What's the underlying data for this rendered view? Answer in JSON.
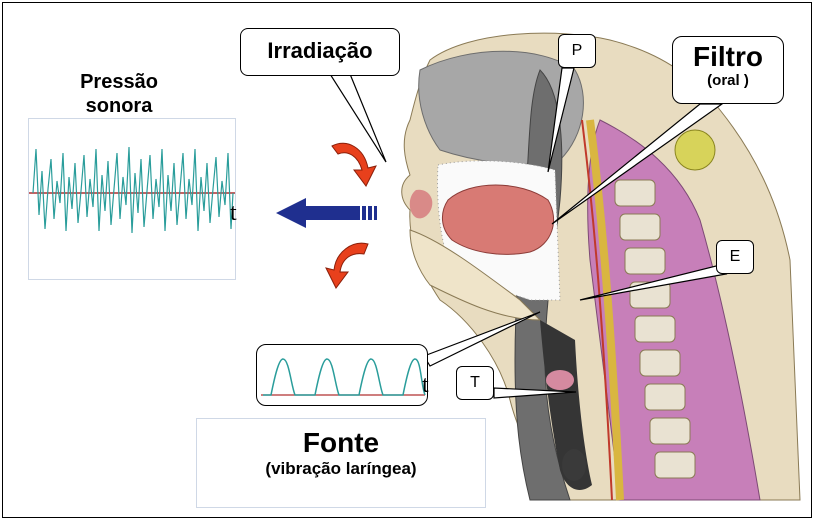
{
  "labels": {
    "pressao_line1": "Pressão",
    "pressao_line2": "sonora",
    "irradiacao": "Irradiação",
    "filtro": "Filtro",
    "filtro_sub": "(oral )",
    "p": "P",
    "e": "E",
    "t_callout": "T",
    "fonte": "Fonte",
    "fonte_sub": "(vibração laríngea)",
    "t_axis_top": "t",
    "t_axis_bottom": "t"
  },
  "colors": {
    "waveform": "#2a9d9b",
    "baseline": "#b03030",
    "arrow_blue": "#1f2f8f",
    "arrow_red": "#e8401c"
  },
  "icons": {
    "outgoing_arrow": "arrow-left-icon",
    "radiation_top": "curved-arrow-icon",
    "radiation_bottom": "curved-arrow-icon"
  }
}
